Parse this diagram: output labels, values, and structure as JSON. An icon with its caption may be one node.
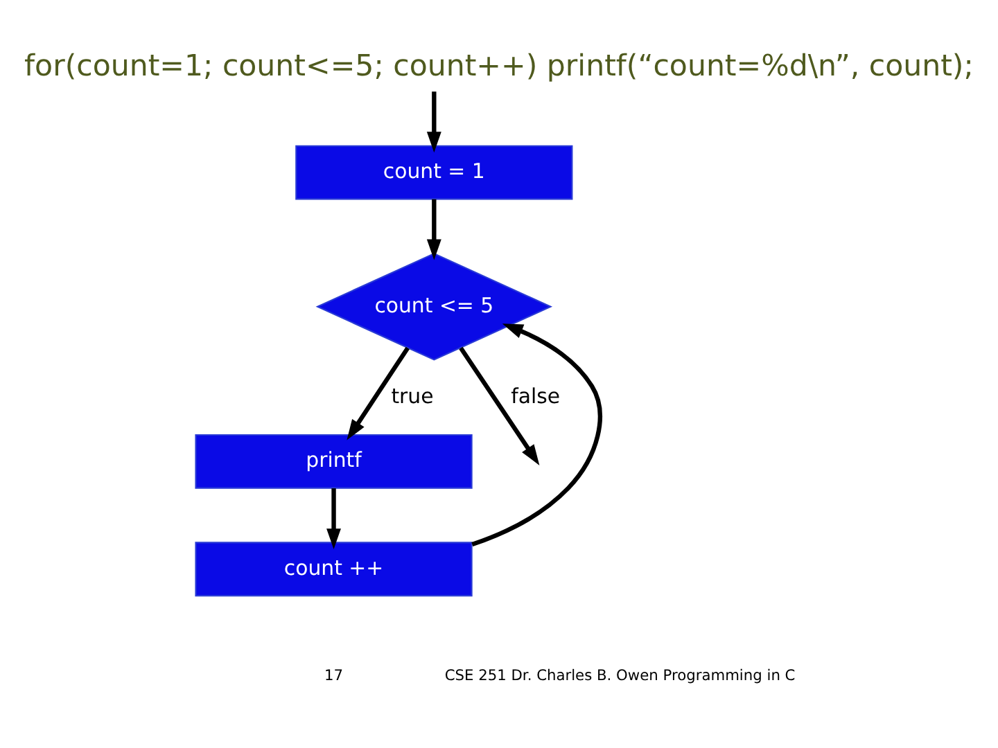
{
  "diagram": {
    "title": "for(count=1; count<=5; count++) printf(“count=%d\\n”, count);",
    "nodes": [
      {
        "text": [
          "count = 1"
        ]
      },
      {
        "text": [
          "count <= 5"
        ]
      },
      {
        "text": [
          "printf"
        ]
      },
      {
        "text": [
          "count ++"
        ]
      }
    ],
    "edges": [
      {
        "from": null,
        "to": 0,
        "arrow": "to"
      },
      {
        "from": 0,
        "to": 1,
        "arrow": "to"
      },
      {
        "from": 1,
        "to": 2,
        "arrow": "to",
        "label": "true"
      },
      {
        "from": 1,
        "to": null,
        "arrow": "to",
        "label": "false"
      },
      {
        "from": 2,
        "to": 3,
        "arrow": "to"
      },
      {
        "from": 3,
        "to": 1,
        "arrow": "to"
      }
    ],
    "labels": [
      "17",
      "CSE 251 Dr. Charles B. Owen Programming in C"
    ]
  }
}
